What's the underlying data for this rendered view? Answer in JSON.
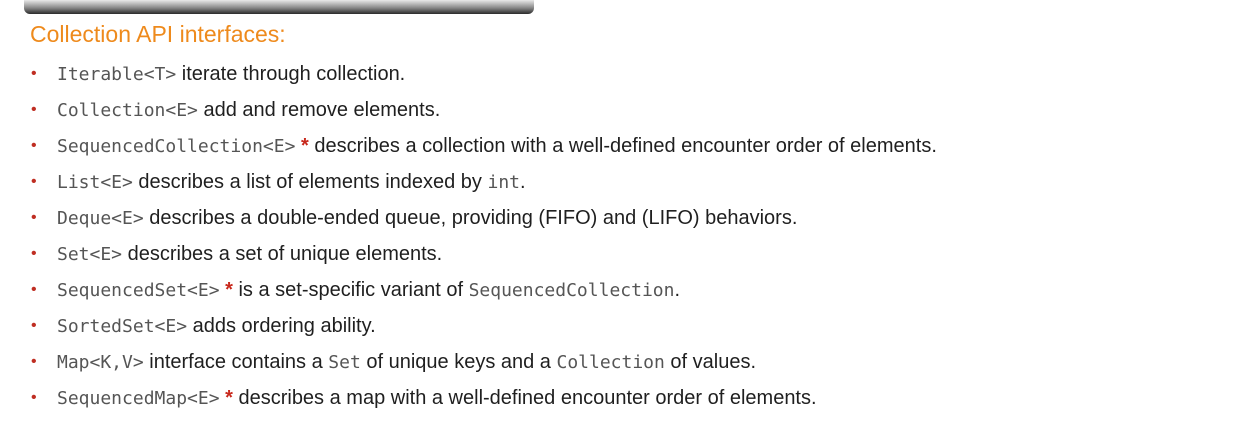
{
  "slide": {
    "title": "Collection API interfaces:",
    "bullets": [
      {
        "code": "Iterable<T>",
        "text": " iterate through collection."
      },
      {
        "code": "Collection<E>",
        "text": " add and remove elements."
      },
      {
        "code": "SequencedCollection<E>",
        "star": " *",
        "text": " describes a collection with a well-defined encounter order of elements."
      },
      {
        "code": "List<E>",
        "text": " describes a list of elements indexed by ",
        "code2": "int",
        "text2": "."
      },
      {
        "code": "Deque<E>",
        "text": " describes a double-ended queue, providing (FIFO) and (LIFO) behaviors."
      },
      {
        "code": "Set<E>",
        "text": " describes a set of unique elements."
      },
      {
        "code": "SequencedSet<E>",
        "star": " *",
        "text": " is a set-specific variant of ",
        "code2": "SequencedCollection",
        "text2": "."
      },
      {
        "code": "SortedSet<E>",
        "text": " adds ordering ability."
      },
      {
        "code": "Map<K,V>",
        "text": " interface contains a ",
        "code2": "Set",
        "text2": " of unique keys and a ",
        "code3": "Collection",
        "text3": " of values."
      },
      {
        "code": "SequencedMap<E>",
        "star": " *",
        "text": " describes a map with a well-defined encounter order of elements."
      }
    ]
  }
}
